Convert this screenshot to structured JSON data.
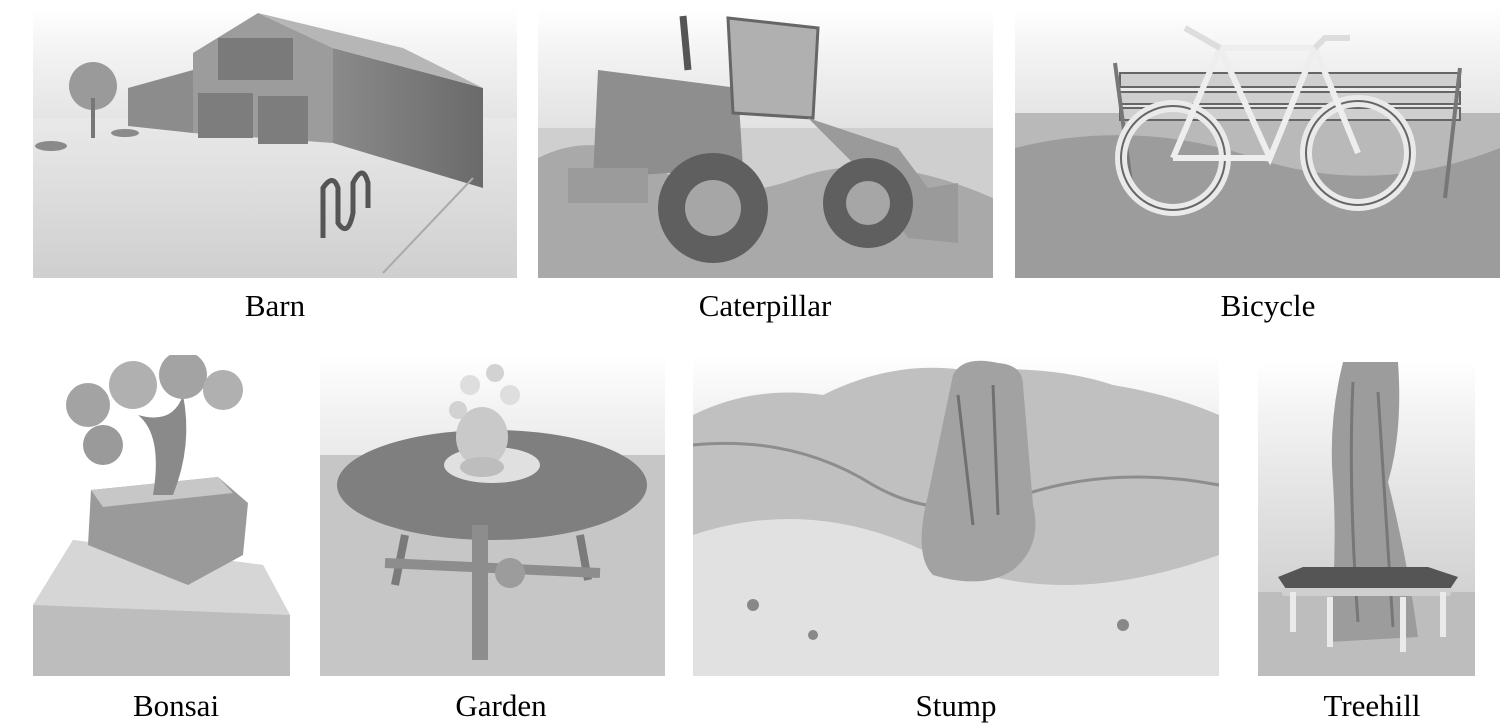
{
  "figure": {
    "panels": [
      {
        "id": "barn",
        "label": "Barn"
      },
      {
        "id": "caterpillar",
        "label": "Caterpillar"
      },
      {
        "id": "bicycle",
        "label": "Bicycle"
      },
      {
        "id": "bonsai",
        "label": "Bonsai"
      },
      {
        "id": "garden",
        "label": "Garden"
      },
      {
        "id": "stump",
        "label": "Stump"
      },
      {
        "id": "treehill",
        "label": "Treehill"
      }
    ],
    "colors": {
      "background": "#ffffff",
      "surface_light": "#f2f2f2",
      "surface_mid": "#bdbdbd",
      "surface_dark": "#6e6e6e",
      "caption": "#000000"
    }
  }
}
